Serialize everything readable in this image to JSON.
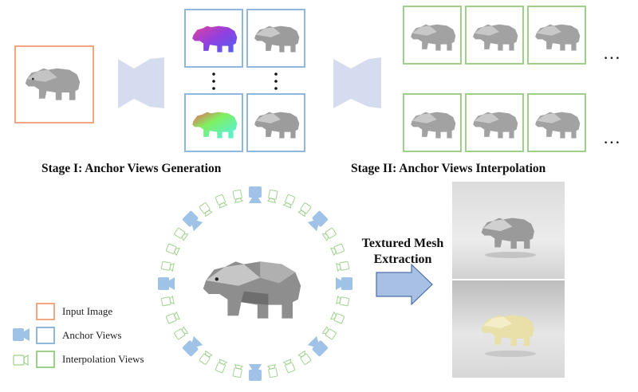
{
  "stage1": {
    "title": "Stage I: Anchor Views Generation"
  },
  "stage2": {
    "title": "Stage II: Anchor Views Interpolation"
  },
  "extraction": {
    "line1": "Textured Mesh",
    "line2": "Extraction"
  },
  "legend": {
    "items": [
      {
        "label": "Input Image",
        "color": "#f0a880"
      },
      {
        "label": "Anchor Views",
        "color": "#8fb8dc"
      },
      {
        "label": "Interpolation Views",
        "color": "#9ed08a"
      }
    ]
  },
  "colors": {
    "input_frame": "#f0a880",
    "anchor_frame": "#8fb8dc",
    "interp_frame": "#9ed08a",
    "camera_fill": "#9ec3e6",
    "network_fill": "#d6dcef",
    "arrow_fill": "#a8c0e4",
    "arrow_stroke": "#4a6fa8"
  },
  "icons": [
    "bear-icon",
    "camera-icon",
    "network-icon",
    "arrow-right-icon",
    "ellipsis-icon"
  ]
}
